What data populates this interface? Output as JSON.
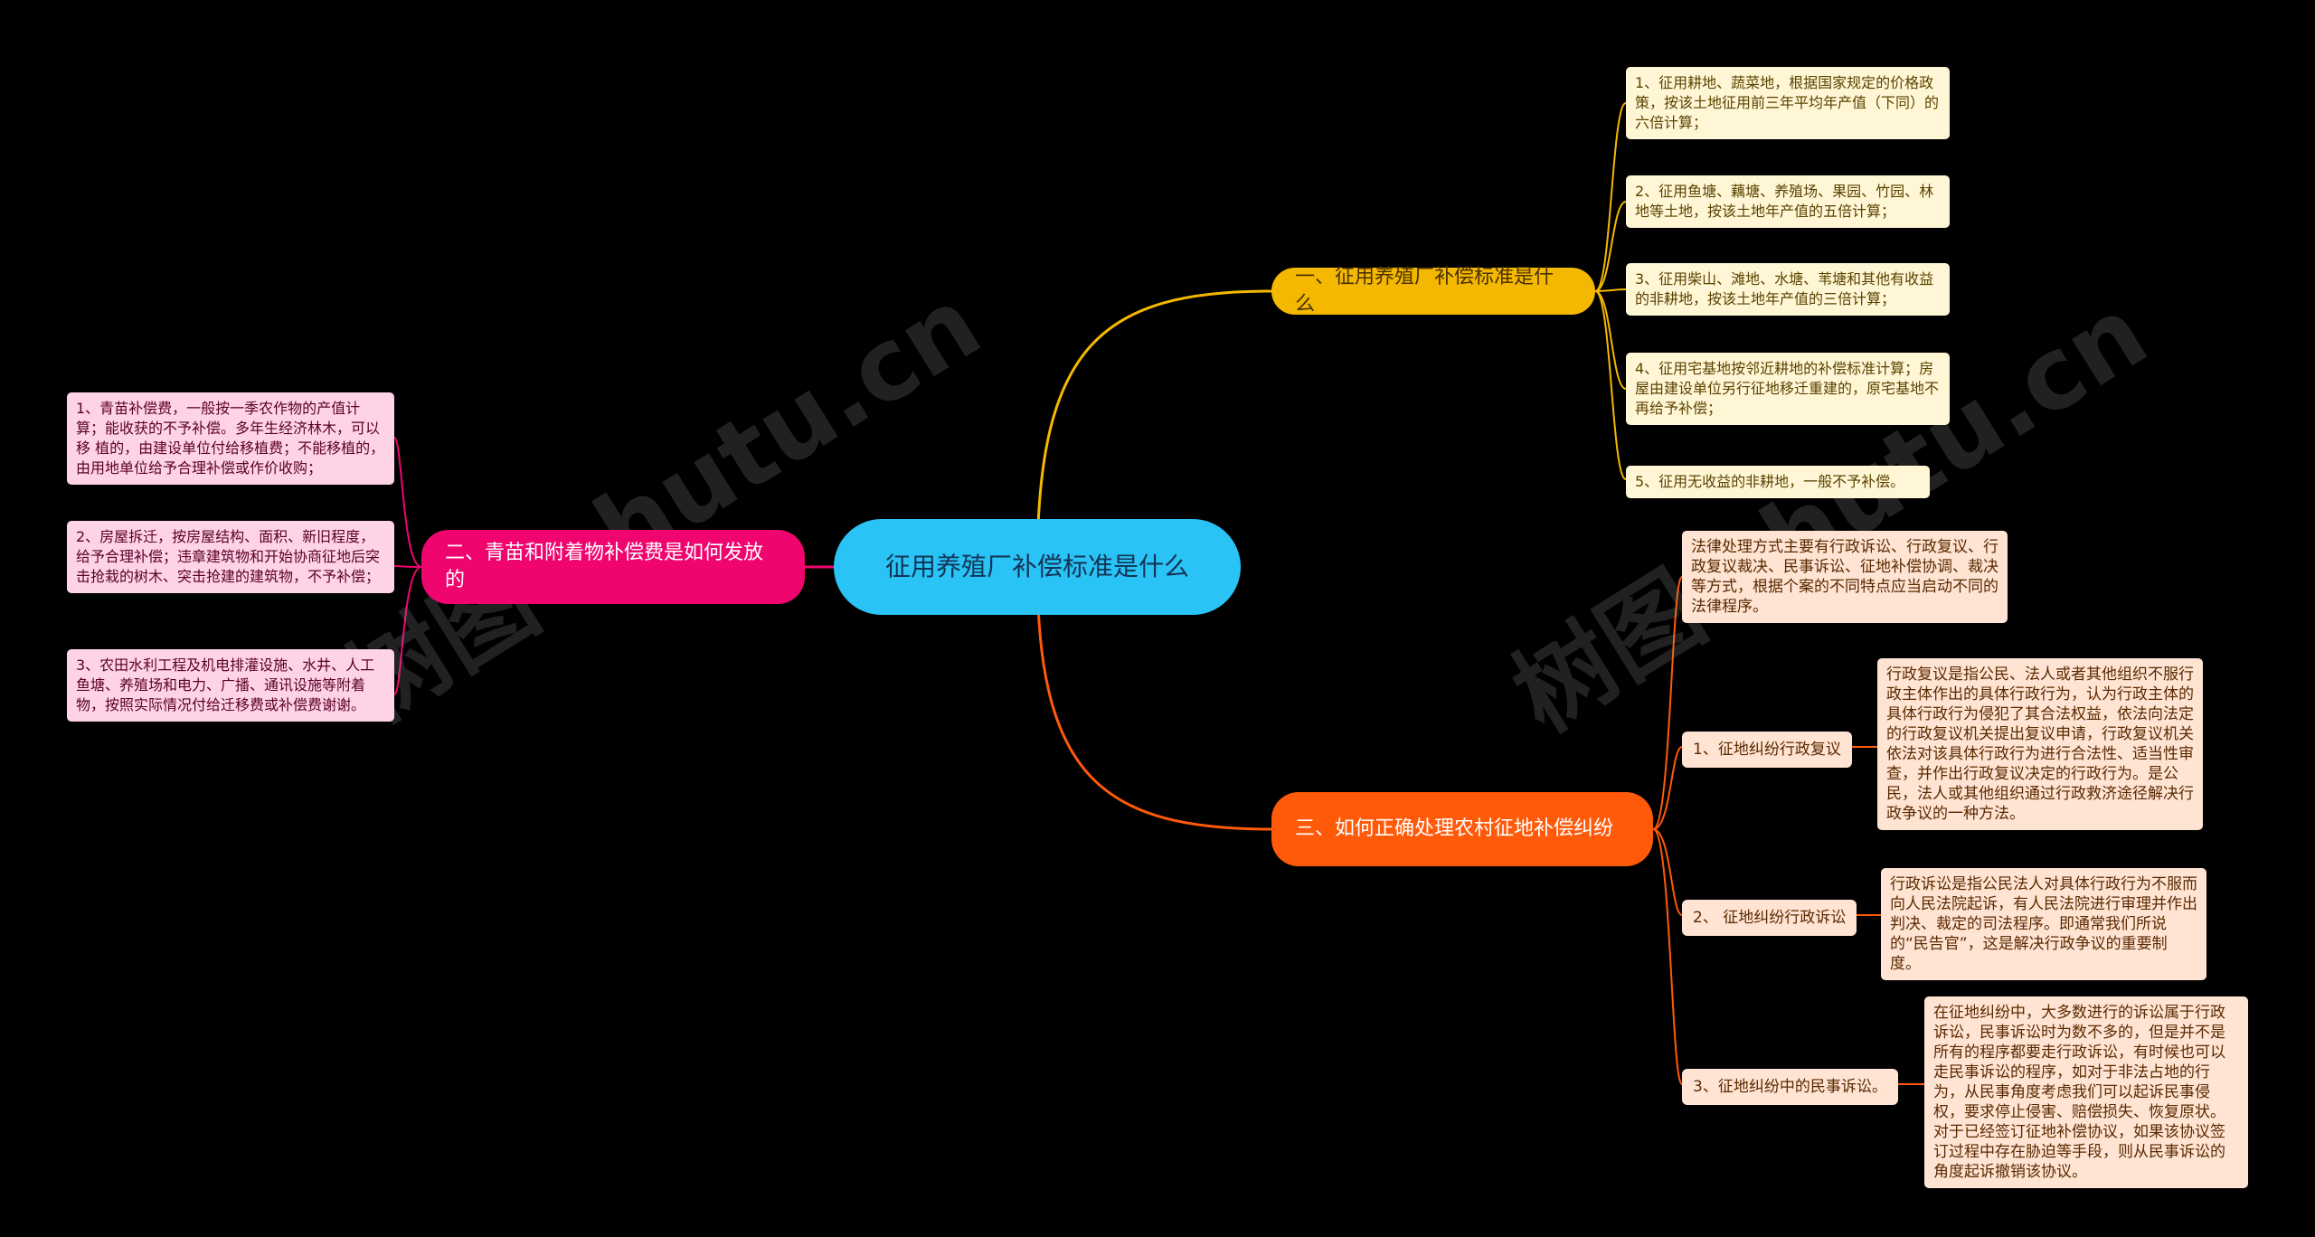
{
  "watermark": "树图 shutu.cn",
  "root": {
    "label": "征用养殖厂补偿标准是什么"
  },
  "branch1": {
    "label": "一、征用养殖厂补偿标准是什么",
    "items": [
      "1、征用耕地、蔬菜地，根据国家规定的价格政策，按该土地征用前三年平均年产值（下同）的 六倍计算；",
      "2、征用鱼塘、藕塘、养殖场、果园、竹园、林地等土地，按该土地年产值的五倍计算；",
      "3、征用柴山、滩地、水塘、苇塘和其他有收益的非耕地，按该土地年产值的三倍计算；",
      "4、征用宅基地按邻近耕地的补偿标准计算；房屋由建设单位另行征地移迁重建的，原宅基地不 再给予补偿；",
      "5、征用无收益的非耕地，一般不予补偿。"
    ]
  },
  "branch2": {
    "label": "二、青苗和附着物补偿费是如何发放的",
    "items": [
      "1、青苗补偿费，一般按一季农作物的产值计算；能收获的不予补偿。多年生经济林木，可以移 植的，由建设单位付给移植费；不能移植的，由用地单位给予合理补偿或作价收购；",
      "2、房屋拆迁，按房屋结构、面积、新旧程度，给予合理补偿；违章建筑物和开始协商征地后突击抢栽的树木、突击抢建的建筑物，不予补偿；",
      "3、农田水利工程及机电排灌设施、水井、人工鱼塘、养殖场和电力、广播、通讯设施等附着物，按照实际情况付给迁移费或补偿费谢谢。"
    ]
  },
  "branch3": {
    "label": "三、如何正确处理农村征地补偿纠纷",
    "intro": "法律处理方式主要有行政诉讼、行政复议、行政复议裁决、民事诉讼、征地补偿协调、裁决等方式，根据个案的不同特点应当启动不同的法律程序。",
    "subs": [
      {
        "label": "1、征地纠纷行政复议",
        "detail": "行政复议是指公民、法人或者其他组织不服行政主体作出的具体行政行为，认为行政主体的具体行政行为侵犯了其合法权益，依法向法定的行政复议机关提出复议申请，行政复议机关依法对该具体行政行为进行合法性、适当性审查，并作出行政复议决定的行政行为。是公民，法人或其他组织通过行政救济途径解决行政争议的一种方法。"
      },
      {
        "label": "2、 征地纠纷行政诉讼",
        "detail": "行政诉讼是指公民法人对具体行政行为不服而向人民法院起诉，有人民法院进行审理并作出判决、裁定的司法程序。即通常我们所说的“民告官”，这是解决行政争议的重要制度。"
      },
      {
        "label": "3、征地纠纷中的民事诉讼。",
        "detail": "在征地纠纷中，大多数进行的诉讼属于行政诉讼，民事诉讼时为数不多的，但是并不是所有的程序都要走行政诉讼，有时候也可以走民事诉讼的程序，如对于非法占地的行为，从民事角度考虑我们可以起诉民事侵权，要求停止侵害、赔偿损失、恢复原状。对于已经签订征地补偿协议，如果该协议签订过程中存在胁迫等手段，则从民事诉讼的角度起诉撤销该协议。"
      }
    ]
  },
  "colors": {
    "background": "#000000",
    "root": "#29C3F5",
    "branch1": "#F5B800",
    "branch2": "#F0056E",
    "branch3": "#FF5A0A",
    "leaf_yellow": "#FFF6D5",
    "leaf_pink": "#FFD3E6",
    "leaf_orange": "#FFE3D3"
  }
}
